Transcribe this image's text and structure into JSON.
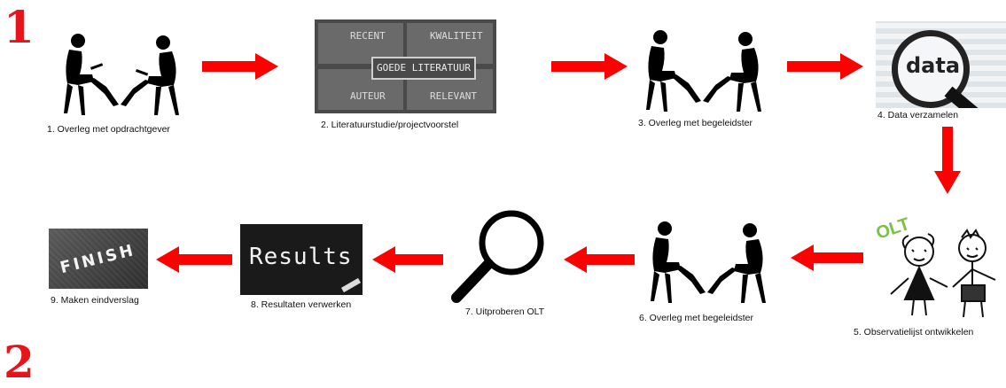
{
  "section_numbers": {
    "top": "1",
    "bottom": "2"
  },
  "steps": [
    {
      "caption": "1. Overleg met opdrachtgever",
      "icon": "meeting-silhouette-icon"
    },
    {
      "caption": "2. Literatuurstudie/projectvoorstel",
      "icon": "literature-board-image",
      "board": {
        "center": "GOEDE LITERATUUR",
        "top_left": "RECENT",
        "top_right": "KWALITEIT",
        "bottom_left": "AUTEUR",
        "bottom_right": "RELEVANT"
      }
    },
    {
      "caption": "3. Overleg met begeleidster",
      "icon": "meeting-silhouette-icon"
    },
    {
      "caption": "4. Data verzamelen",
      "icon": "magnifier-data-image",
      "word": "data"
    },
    {
      "caption": "5. Observatielijst ontwikkelen",
      "icon": "children-drawing-image",
      "tag": "OLT"
    },
    {
      "caption": "6. Overleg met begeleidster",
      "icon": "meeting-silhouette-icon"
    },
    {
      "caption": "7. Uitproberen OLT",
      "icon": "magnifier-icon"
    },
    {
      "caption": "8. Resultaten verwerken",
      "icon": "results-chalkboard-image",
      "word": "Results"
    },
    {
      "caption": "9. Maken eindverslag",
      "icon": "finish-road-image",
      "word": "FINISH"
    }
  ],
  "colors": {
    "arrow": "#ff0000",
    "number": "#e8141b",
    "board": "#4a4a4a",
    "chalkboard": "#1a1a1a"
  }
}
